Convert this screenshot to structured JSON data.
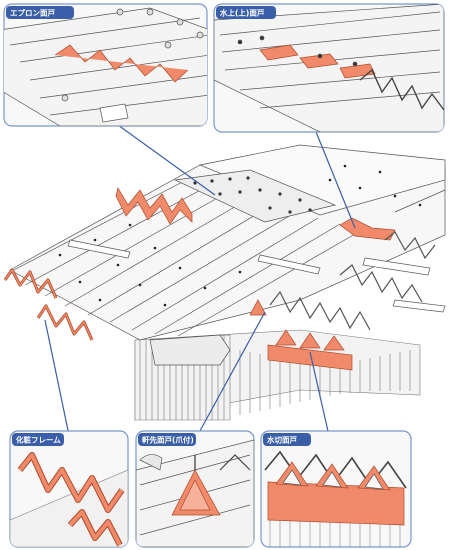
{
  "callouts": [
    {
      "id": "apron",
      "label": "エプロン面戸"
    },
    {
      "id": "ridge-top",
      "label": "水上(上)面戸"
    },
    {
      "id": "fascia-frame",
      "label": "化粧フレーム"
    },
    {
      "id": "eave-closure",
      "label": "軒先面戸(爪付)"
    },
    {
      "id": "water-cut",
      "label": "水切面戸"
    }
  ],
  "colors": {
    "accent_orange": "#f08a6a",
    "callout_blue": "#3a5fa8",
    "line": "#555555",
    "panel_fill": "#f5f5f5",
    "frame_stroke": "#7a96cc"
  }
}
